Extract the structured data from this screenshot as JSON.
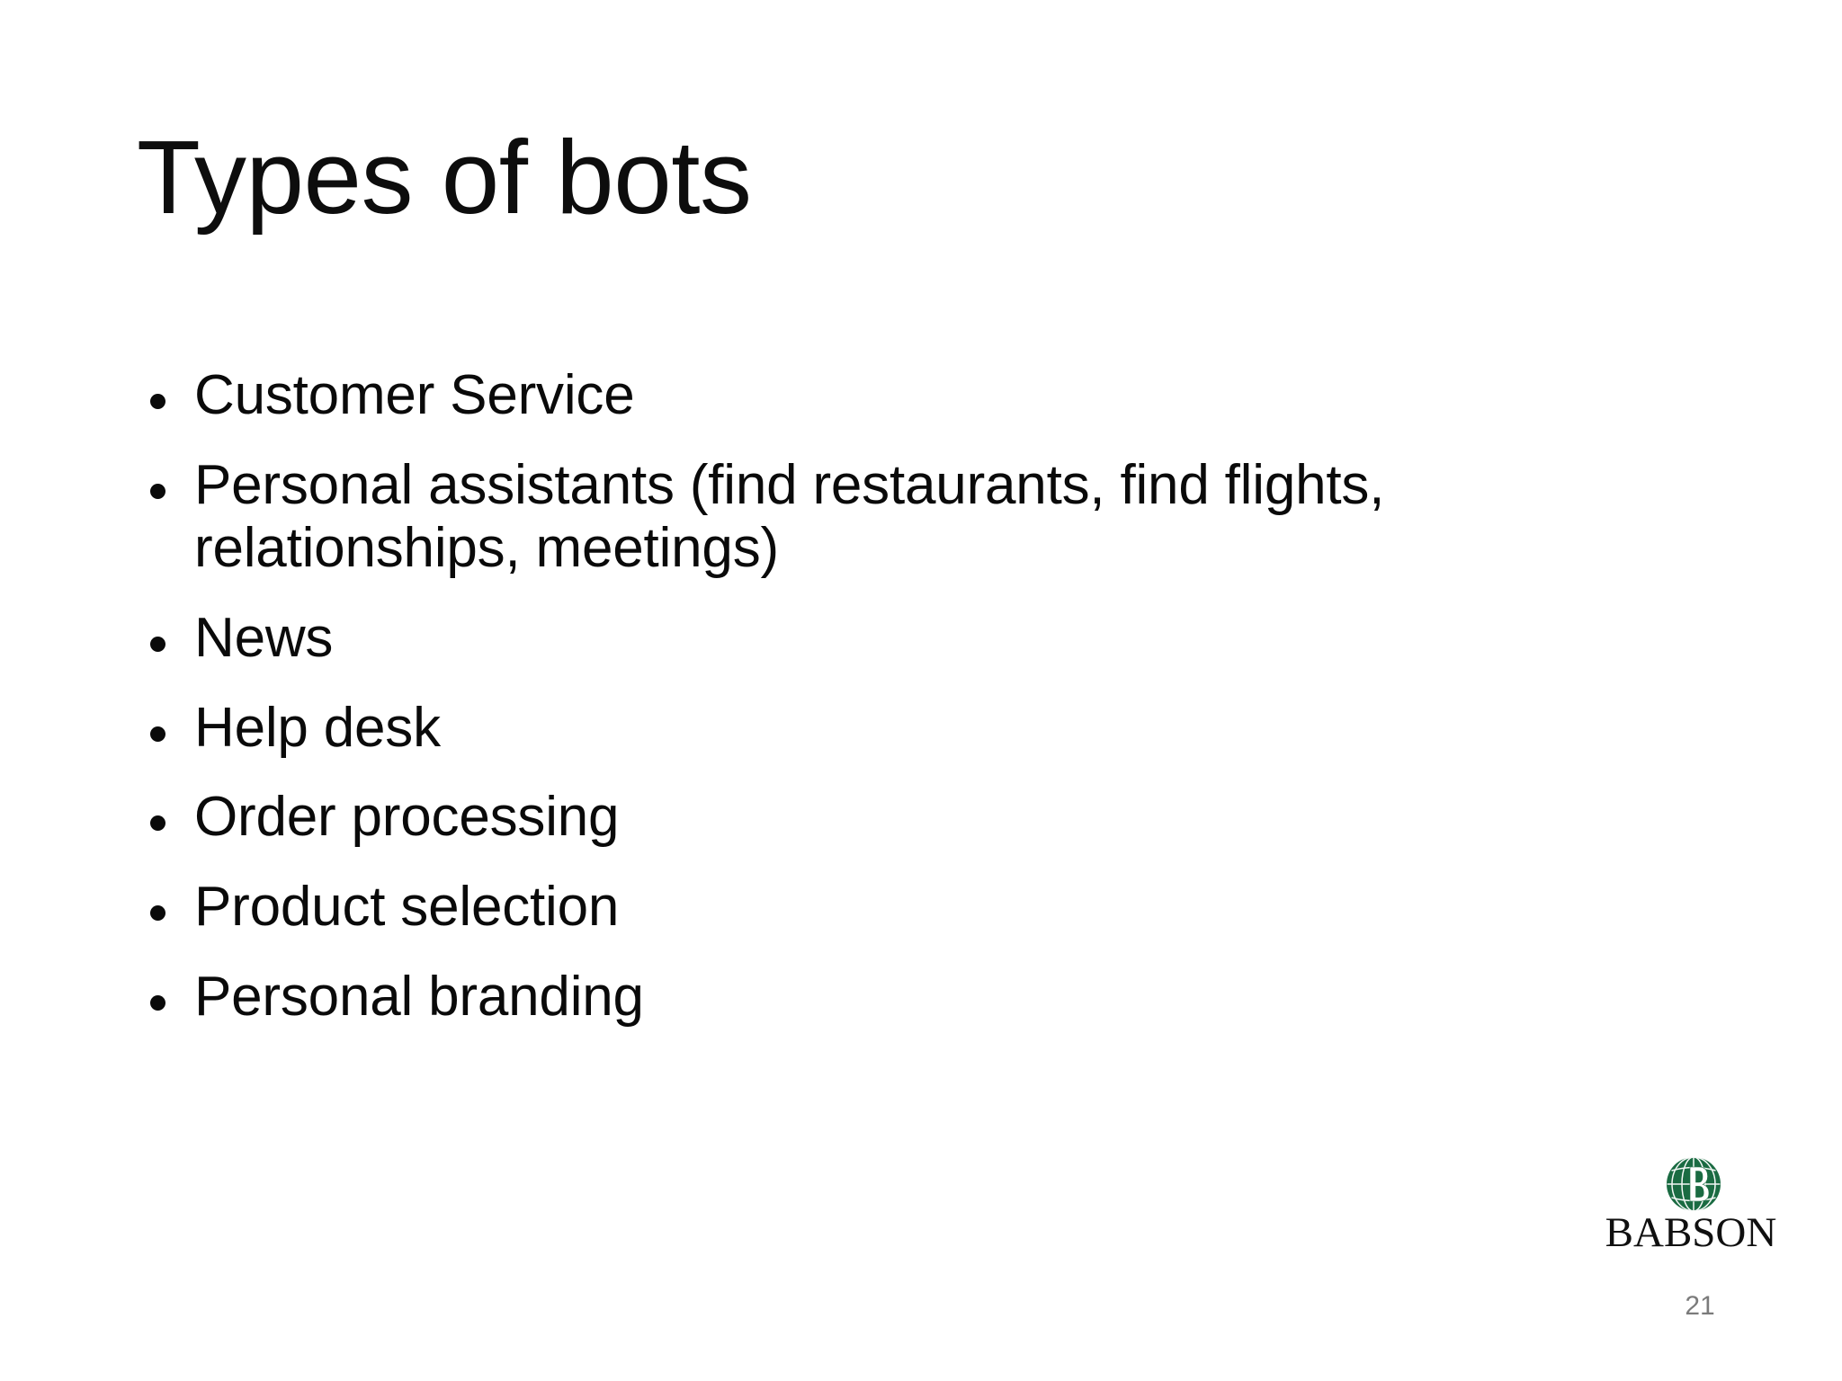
{
  "slide": {
    "title": "Types of bots",
    "page_number": "21",
    "background_color": "#ffffff",
    "text_color": "#0a0a0a",
    "bullets": [
      {
        "text": "Customer Service"
      },
      {
        "text": "Personal assistants (find restaurants, find flights, relationships, meetings)"
      },
      {
        "text": "News"
      },
      {
        "text": "Help desk"
      },
      {
        "text": "Order processing"
      },
      {
        "text": "Product selection"
      },
      {
        "text": "Personal branding"
      }
    ]
  },
  "logo": {
    "wordmark": "BABSON",
    "monogram": "B",
    "green": "#1a6b42",
    "wordmark_color": "#101010"
  }
}
